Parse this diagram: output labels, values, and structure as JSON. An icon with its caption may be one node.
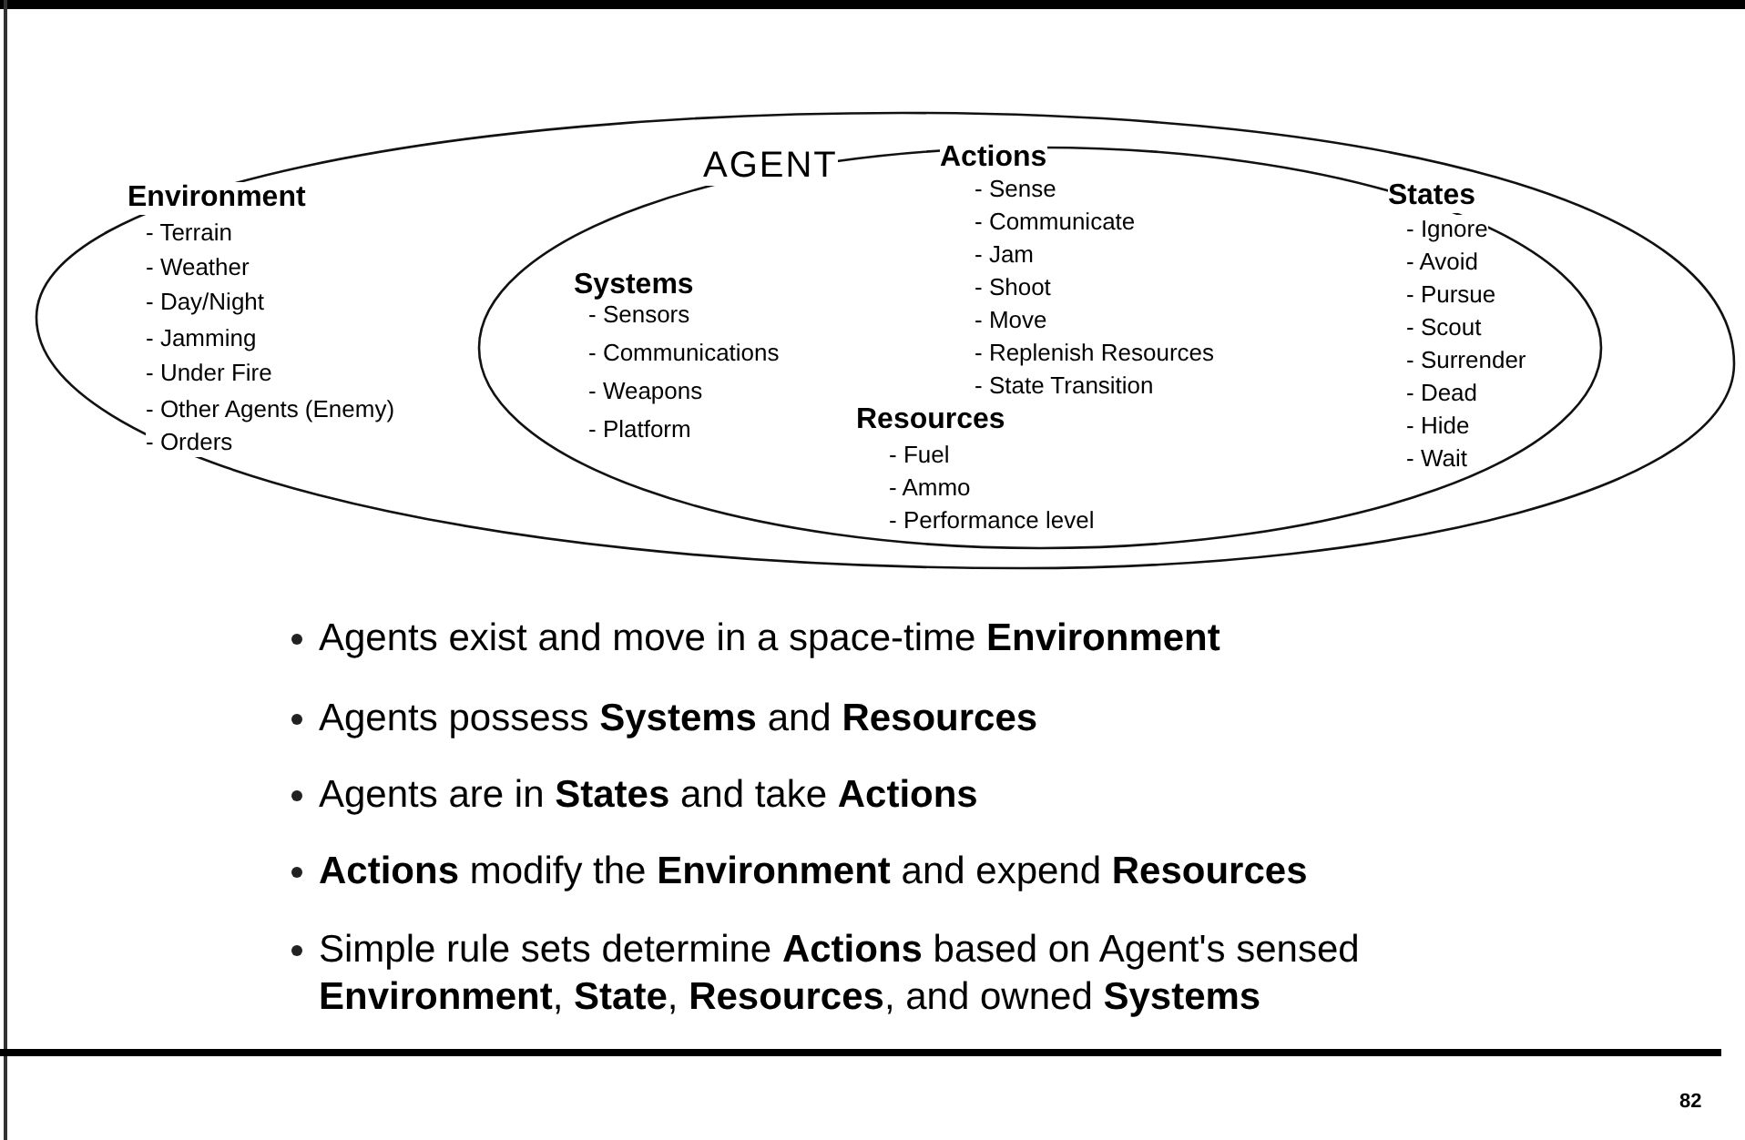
{
  "diagram": {
    "nodes": [
      {
        "text": [
          "Environment",
          "- Terrain",
          "- Weather",
          "- Day/Night",
          "- Jamming",
          "- Under Fire",
          "- Other Agents (Enemy)",
          "- Orders"
        ]
      },
      {
        "text": [
          "AGENT",
          "Systems",
          "- Sensors",
          "- Communications",
          "- Weapons",
          "- Platform",
          "Actions",
          "- Sense",
          "- Communicate",
          "- Jam",
          "- Shoot",
          "- Move",
          "- Replenish Resources",
          "- State Transition",
          "Resources",
          "- Fuel",
          "- Ammo",
          "- Performance level",
          "States",
          "- Ignore",
          "- Avoid",
          "- Pursue",
          "- Scout",
          "- Surrender",
          "- Dead",
          "- Hide",
          "- Wait"
        ],
        "in": 0
      }
    ],
    "edges": [],
    "labels": [
      "Agents exist and move in a space-time **Environment**",
      "Agents possess **Systems** and **Resources**",
      "Agents are in **States** and take **Actions**",
      "**Actions** modify the **Environment** and expend **Resources**",
      "Simple rule sets determine **Actions**  based on Agent's sensed **Environment**, **State**, **Resources**, and owned **Systems**",
      "82"
    ]
  }
}
